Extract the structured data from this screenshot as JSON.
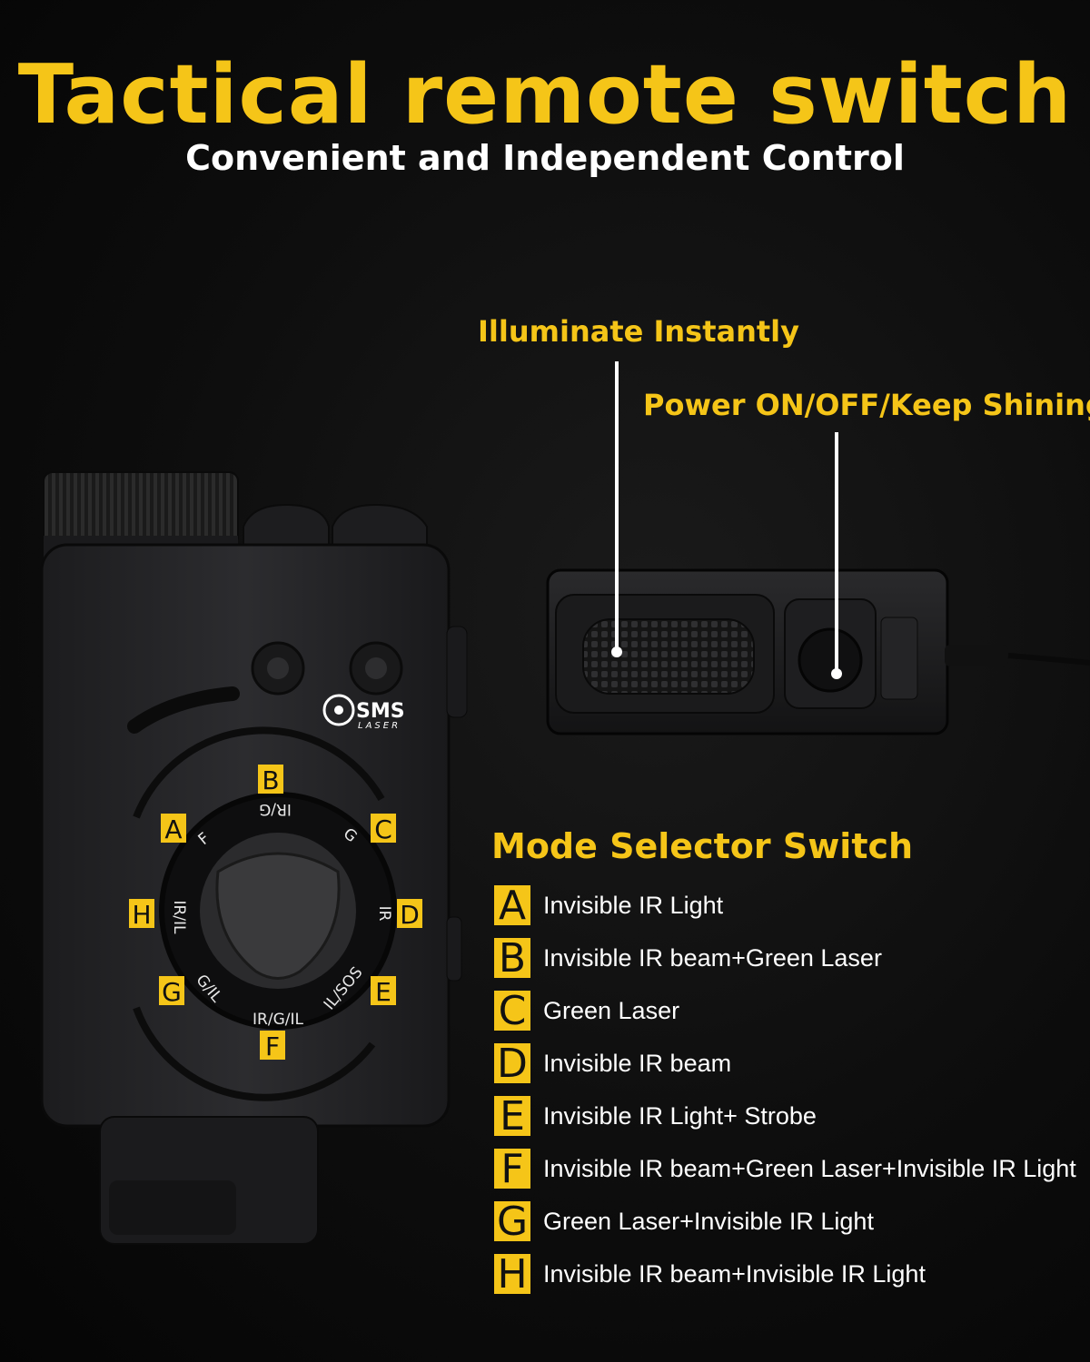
{
  "header": {
    "title": "Tactical remote switch",
    "subtitle": "Convenient and Independent Control"
  },
  "callouts": {
    "illuminate": "Illuminate Instantly",
    "power": "Power ON/OFF/Keep Shining"
  },
  "device": {
    "brand": "SMS",
    "brand_sub": "LASER",
    "dial_letters": [
      "A",
      "B",
      "C",
      "D",
      "E",
      "F",
      "G",
      "H"
    ],
    "dial_modes": [
      "F",
      "IR/G",
      "G",
      "IR",
      "IL/SOS",
      "IR/G/IL",
      "G/IL",
      "IR/IL"
    ]
  },
  "mode_selector": {
    "title": "Mode Selector Switch",
    "modes": [
      {
        "letter": "A",
        "label": "Invisible IR Light"
      },
      {
        "letter": "B",
        "label": "Invisible IR beam+Green Laser"
      },
      {
        "letter": "C",
        "label": "Green Laser"
      },
      {
        "letter": "D",
        "label": "Invisible IR beam"
      },
      {
        "letter": "E",
        "label": "Invisible IR Light+ Strobe"
      },
      {
        "letter": "F",
        "label": "Invisible IR beam+Green Laser+Invisible IR Light"
      },
      {
        "letter": "G",
        "label": "Green Laser+Invisible IR Light"
      },
      {
        "letter": "H",
        "label": "Invisible IR beam+Invisible IR Light"
      }
    ]
  },
  "colors": {
    "accent": "#f5c518",
    "background": "#0d0d0d",
    "text": "#ffffff"
  }
}
